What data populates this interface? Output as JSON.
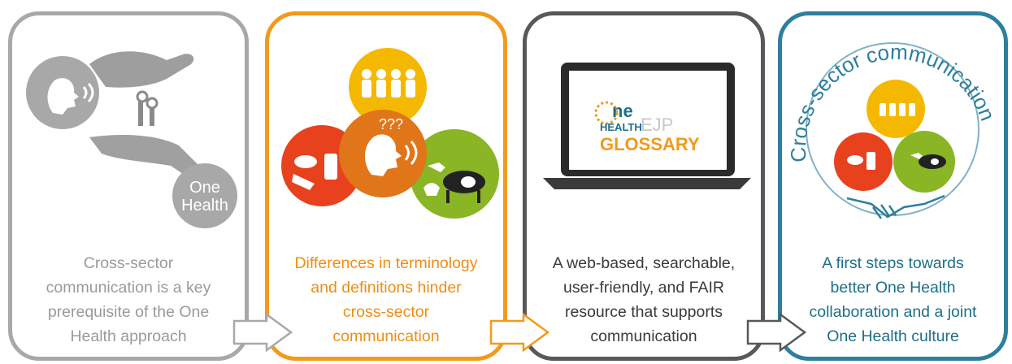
{
  "panels": [
    {
      "id": "p1",
      "caption": "Cross-sector\ncommunication is a key\nprerequisite of the One\nHealth approach",
      "badge": "One\nHealth"
    },
    {
      "id": "p2",
      "caption": "Differences in terminology\nand definitions hinder\ncross-sector\ncommunication",
      "question_marks": "???"
    },
    {
      "id": "p3",
      "caption": "A web-based, searchable,\nuser-friendly, and FAIR\nresource that supports\ncommunication",
      "logo": {
        "line1": "ne",
        "line2": "HEALTH",
        "line3": "EJP",
        "line4": "GLOSSARY"
      }
    },
    {
      "id": "p4",
      "caption": "A first steps towards\nbetter One Health\ncollaboration and a joint\nOne Health culture",
      "arc_title": "Cross-sector communication"
    }
  ],
  "colors": {
    "grey": "#a8a8a8",
    "orange": "#f29a1c",
    "dark": "#585858",
    "teal": "#2e7f9e",
    "yellow": "#f5b800",
    "red": "#e8411e",
    "green": "#8ab525"
  }
}
